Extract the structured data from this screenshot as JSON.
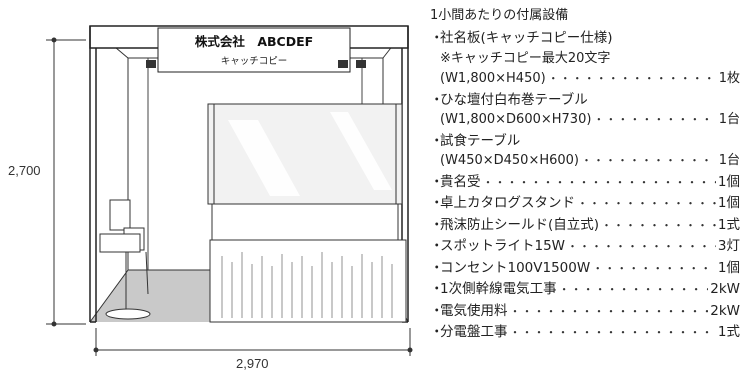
{
  "booth": {
    "sign_company": "株式会社　ABCDEF",
    "sign_catchcopy": "キャッチコピー",
    "height_dim": "2,700",
    "width_dim": "2,970"
  },
  "equipment": {
    "title": "1小間あたりの付属設備",
    "items": [
      {
        "bullet": "・",
        "label": "社名板(キャッチコピー仕様)"
      },
      {
        "sub": true,
        "label": "※キャッチコピー最大20文字"
      },
      {
        "sub": true,
        "label": "(W1,800×H450)",
        "qty": "1枚"
      },
      {
        "bullet": "・",
        "label": "ひな壇付白布巻テーブル"
      },
      {
        "sub": true,
        "label": "(W1,800×D600×H730)",
        "qty": "1台"
      },
      {
        "bullet": "・",
        "label": "試食テーブル"
      },
      {
        "sub": true,
        "label": "(W450×D450×H600)",
        "qty": "1台"
      },
      {
        "bullet": "・",
        "label": "貴名受",
        "qty": "1個"
      },
      {
        "bullet": "・",
        "label": "卓上カタログスタンド",
        "qty": "1個"
      },
      {
        "bullet": "・",
        "label": "飛沫防止シールド(自立式)",
        "qty": "1式"
      },
      {
        "bullet": "・",
        "label": "スポットライト15W",
        "qty": "3灯"
      },
      {
        "bullet": "・",
        "label": "コンセント100V1500W",
        "qty": "1個"
      },
      {
        "bullet": "・",
        "label": "1次側幹線電気工事",
        "qty": "2kW"
      },
      {
        "bullet": "・",
        "label": "電気使用料",
        "qty": "2kW"
      },
      {
        "bullet": "・",
        "label": "分電盤工事",
        "qty": "1式"
      }
    ]
  }
}
